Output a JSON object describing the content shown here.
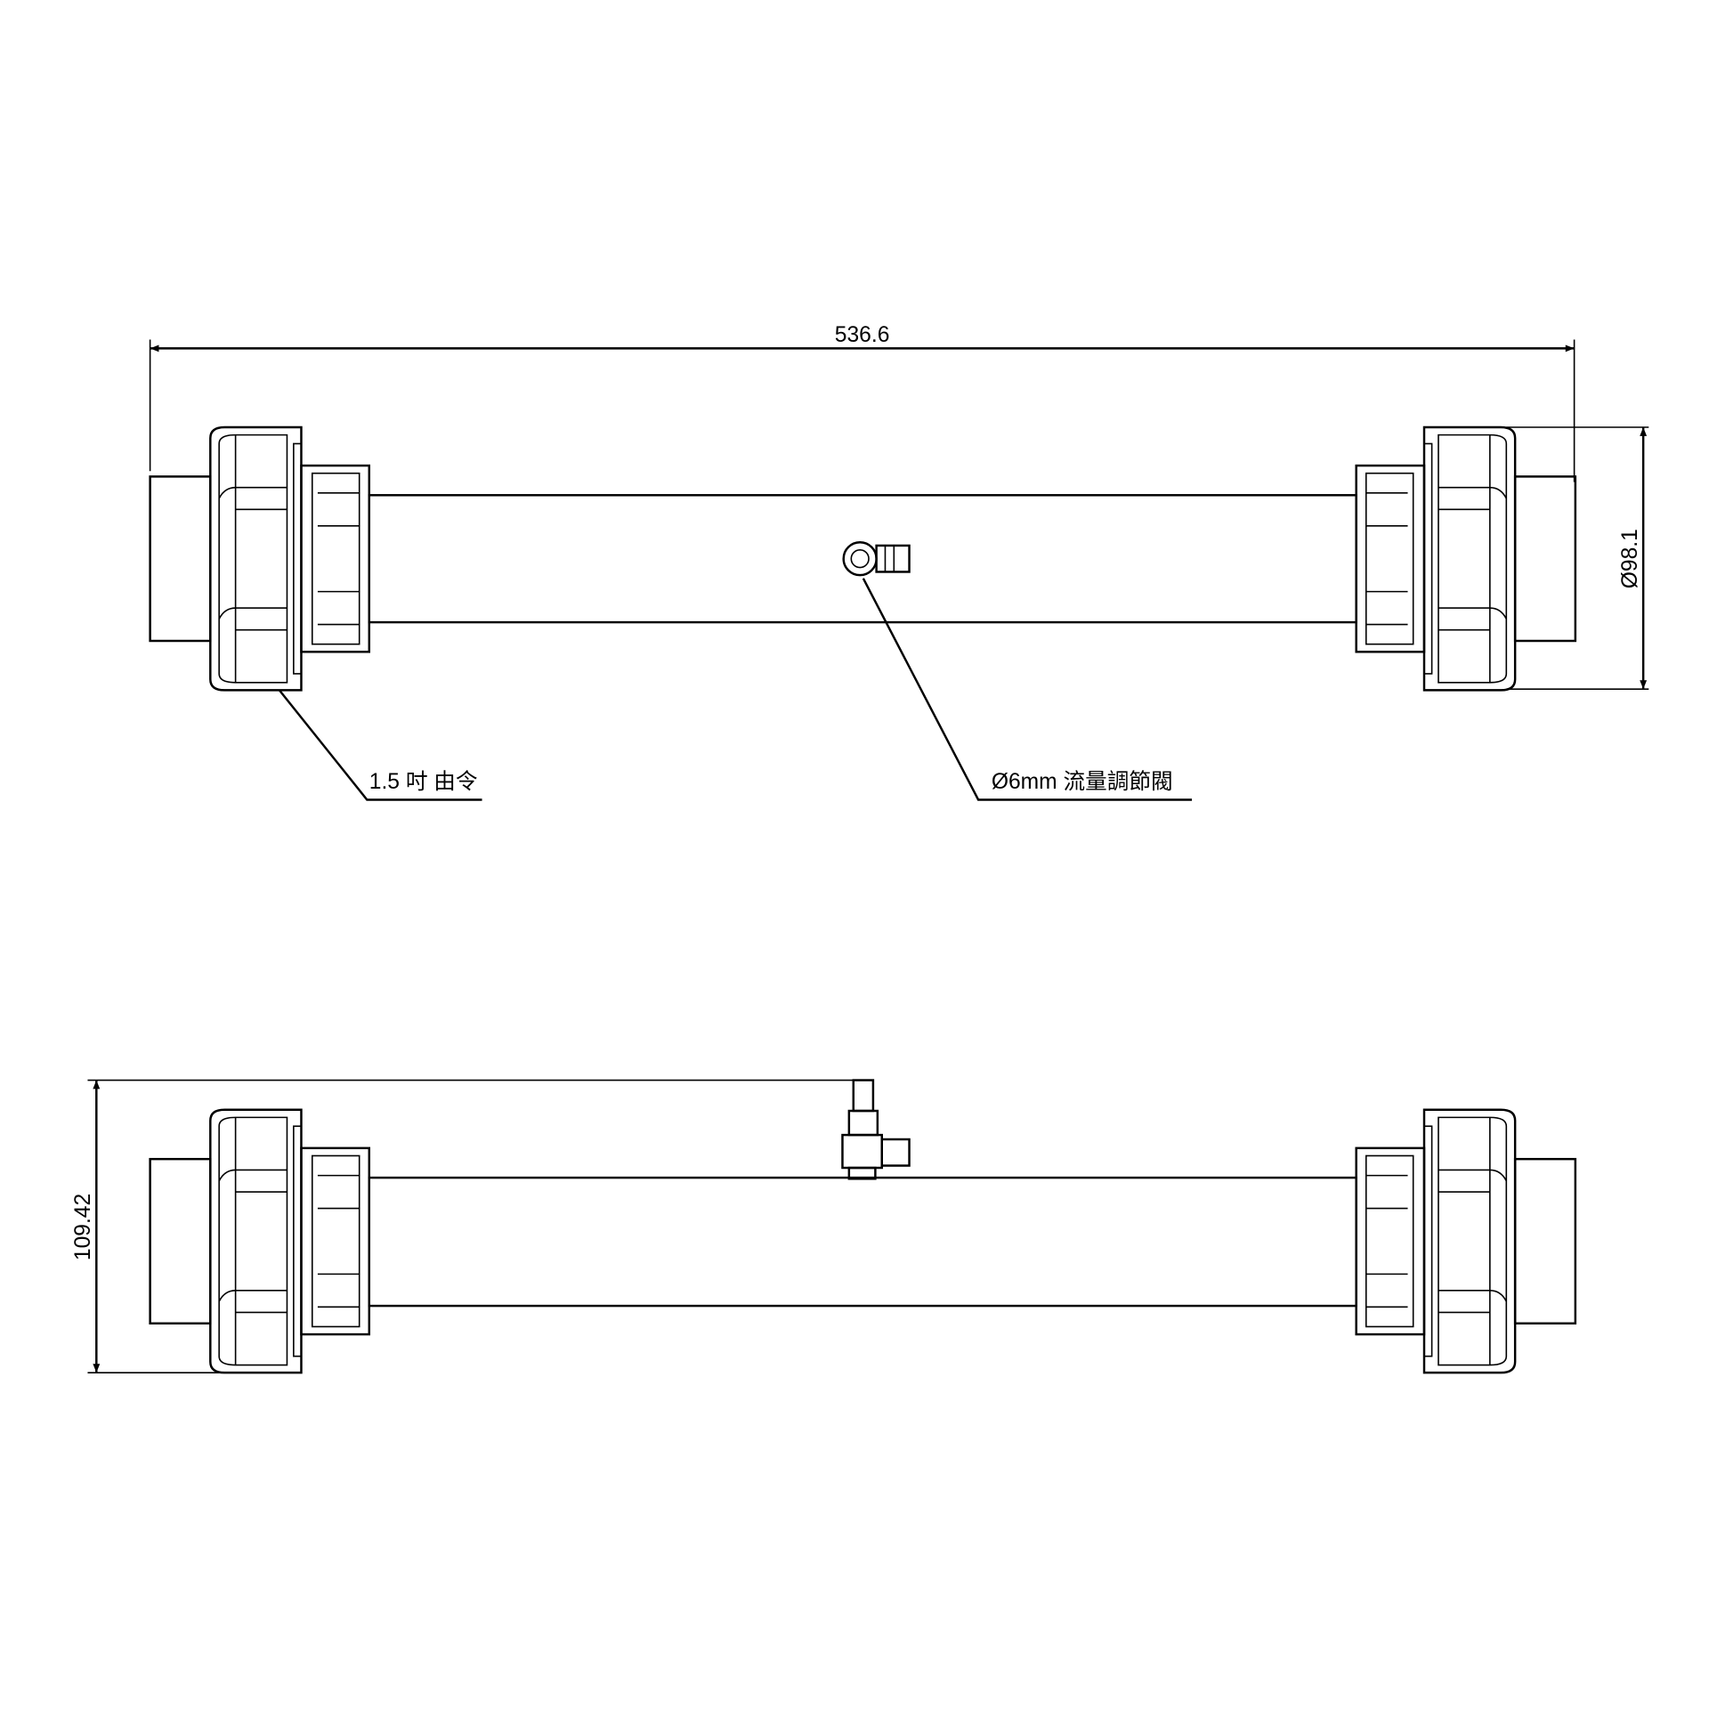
{
  "dimensions": {
    "overall_length": "536.6",
    "diameter": "Ø98.1",
    "height": "109.42"
  },
  "callouts": {
    "union": "1.5 吋 由令",
    "valve": "Ø6mm 流量調節閥"
  },
  "colors": {
    "line": "#000000",
    "background": "#ffffff"
  }
}
